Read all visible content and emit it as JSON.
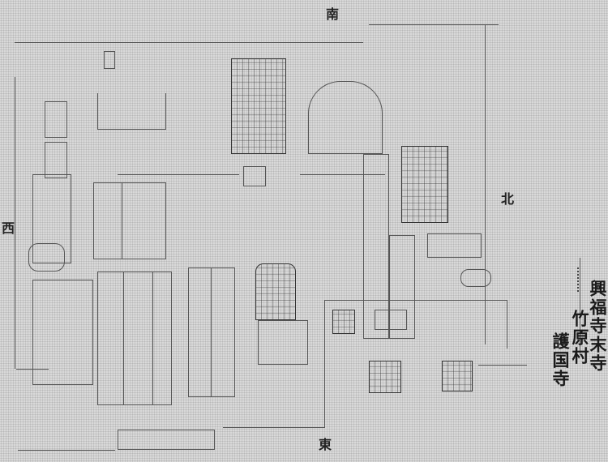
{
  "directions": {
    "top": "南",
    "left": "西",
    "right": "北",
    "bottom": "東"
  },
  "inscription": {
    "line1": "興福寺末寺",
    "line2": "竹原村",
    "line3": "護国寺"
  }
}
